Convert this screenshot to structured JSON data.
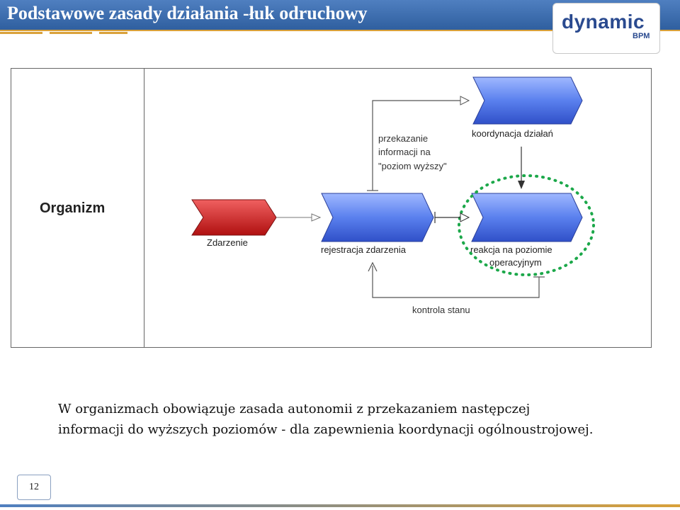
{
  "header": {
    "title": "Podstawowe zasady działania -łuk odruchowy",
    "logo_main": "dynamic",
    "logo_sub": "BPM"
  },
  "diagram": {
    "lane_label": "Organizm",
    "nodes": {
      "event": "Zdarzenie",
      "registration": "rejestracja zdarzenia",
      "coordination": "koordynacja działań",
      "reaction_line1": "reakcja na poziomie",
      "reaction_line2": "operacyjnym"
    },
    "edge_labels": {
      "escalate_line1": "przekazanie",
      "escalate_line2": "informacji na",
      "escalate_line3": "\"poziom wyższy\"",
      "control": "kontrola stanu"
    },
    "colors": {
      "event_fill": "#d42020",
      "function_fill": "#4a6fe0",
      "highlight": "#1ca84a"
    }
  },
  "caption": {
    "text": "W organizmach obowiązuje zasada autonomii z przekazaniem następczej informacji do wyższych poziomów - dla zapewnienia koordynacji ogólnoustrojowej."
  },
  "footer": {
    "page_number": "12"
  }
}
